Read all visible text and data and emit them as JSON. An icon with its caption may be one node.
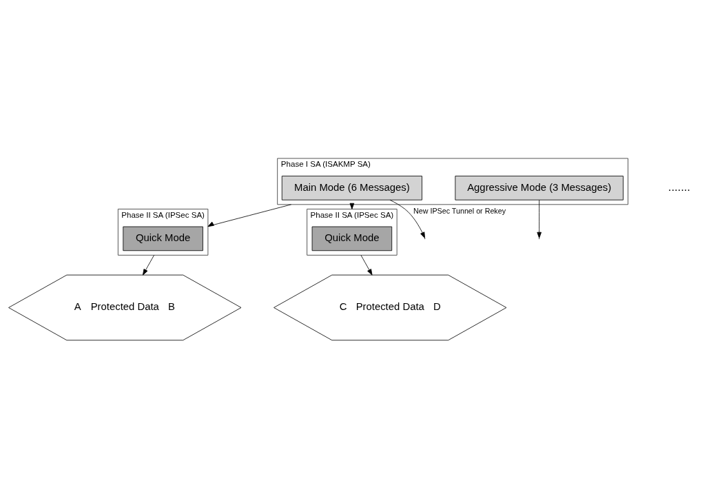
{
  "diagram": {
    "nodes": [
      {
        "text": [
          "Phase I SA (ISAKMP SA)"
        ]
      },
      {
        "text": [
          "Main Mode (6 Messages)"
        ],
        "in": 0
      },
      {
        "text": [
          "Aggressive Mode (3 Messages)"
        ],
        "in": 0
      },
      {
        "text": [
          "Phase II SA (IPSec SA)"
        ]
      },
      {
        "text": [
          "Quick Mode"
        ],
        "in": 3
      },
      {
        "text": [
          "Phase II SA (IPSec SA)"
        ]
      },
      {
        "text": [
          "Quick Mode"
        ],
        "in": 5
      },
      {
        "text": [
          "A",
          "Protected Data",
          "B"
        ]
      },
      {
        "text": [
          "C",
          "Protected Data",
          "D"
        ]
      }
    ],
    "edges": [
      {
        "from": 1,
        "to": null,
        "arrow": "to",
        "label": "New IPSec Tunnel or Rekey"
      },
      {
        "from": 2,
        "to": null,
        "arrow": "to"
      },
      {
        "from": 0,
        "to": 3,
        "arrow": "to"
      },
      {
        "from": 0,
        "to": 5,
        "arrow": "to"
      },
      {
        "from": 3,
        "to": 7,
        "arrow": "to"
      },
      {
        "from": 5,
        "to": 8,
        "arrow": "to"
      }
    ],
    "labels": [
      "......."
    ]
  }
}
